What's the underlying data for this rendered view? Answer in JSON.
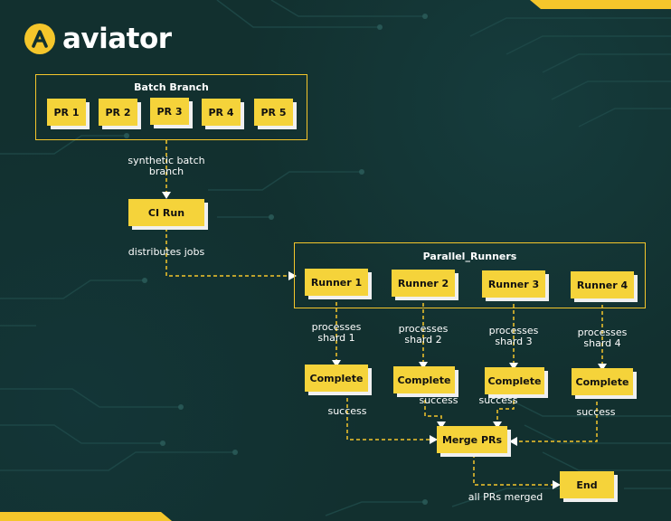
{
  "brand": {
    "name": "aviator",
    "icon": "aviator-logo-icon",
    "accent": "#f5c62b",
    "background": "#12302f"
  },
  "diagram": {
    "clusters": {
      "batch": {
        "title": "Batch Branch"
      },
      "runners": {
        "title": "Parallel_Runners"
      }
    },
    "nodes": {
      "pr1": "PR 1",
      "pr2": "PR 2",
      "pr3": "PR 3",
      "pr4": "PR 4",
      "pr5": "PR 5",
      "ci_run": "CI Run",
      "runner1": "Runner 1",
      "runner2": "Runner 2",
      "runner3": "Runner 3",
      "runner4": "Runner 4",
      "complete1": "Complete",
      "complete2": "Complete",
      "complete3": "Complete",
      "complete4": "Complete",
      "merge": "Merge PRs",
      "end": "End"
    },
    "edges": {
      "batch_to_ci_line1": "synthetic batch",
      "batch_to_ci_line2": "branch",
      "ci_to_runners": "distributes jobs",
      "runner1_line1": "processes",
      "runner1_line2": "shard 1",
      "runner2_line1": "processes",
      "runner2_line2": "shard 2",
      "runner3_line1": "processes",
      "runner3_line2": "shard 3",
      "runner4_line1": "processes",
      "runner4_line2": "shard 4",
      "success1": "success",
      "success2": "success",
      "success3": "success",
      "success4": "success",
      "merge_to_end": "all PRs merged"
    }
  }
}
